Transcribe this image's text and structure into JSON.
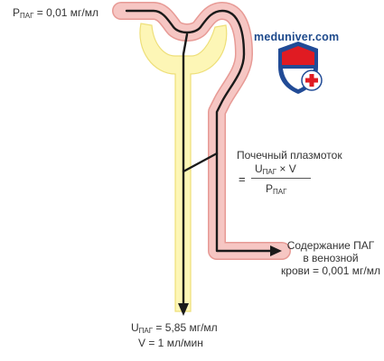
{
  "labels": {
    "p_input_prefix": "P",
    "p_input_sub": "ПАГ",
    "p_input_value": " = 0,01 мг/мл",
    "plasma_title": "Почечный плазмоток",
    "formula_eq": "=",
    "formula_num_prefix": "U",
    "formula_num_sub": "ПАГ",
    "formula_num_rest": " × V",
    "formula_den_prefix": "P",
    "formula_den_sub": "ПАГ",
    "venous_line1": "Содержание ПАГ",
    "venous_line2": "в венозной",
    "venous_line3": "крови = 0,001 мг/мл",
    "u_output_prefix": "U",
    "u_output_sub": "ПАГ",
    "u_output_value": " = 5,85 мг/мл",
    "flow_rate": "V = 1 мл/мин"
  },
  "watermark": {
    "text": "meduniver.com",
    "logo_icon": "shield-cross-icon"
  },
  "colors": {
    "vessel_fill": "#f6c6c3",
    "vessel_edge": "#e79a95",
    "tubule_fill": "#fdf6b6",
    "tubule_edge": "#eedf78",
    "flow_line": "#1a1a1a",
    "shield_blue": "#214b96",
    "cross_red": "#e01b22"
  }
}
